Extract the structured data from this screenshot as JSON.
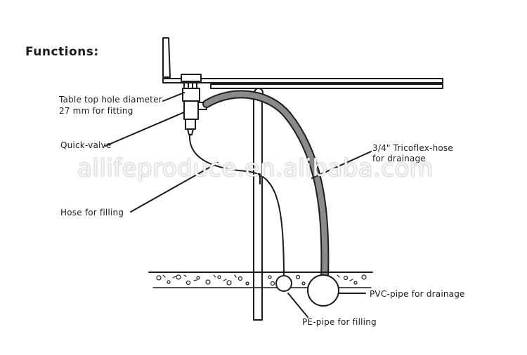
{
  "title": "Functions:",
  "labels": {
    "table_top_line1": "Table top hole diameter",
    "table_top_line2": "27 mm for fitting",
    "quick_valve": "Quick-valve",
    "hose_for_filling": "Hose for filling",
    "tricoflex_line1": "3/4\" Tricoflex-hose",
    "tricoflex_line2": "for drainage",
    "pvc_pipe": "PVC-pipe for drainage",
    "pe_pipe": "PE-pipe for filling"
  },
  "watermark": "allifeproduce.en.alibaba.com",
  "colors": {
    "ink": "#1c1c1c",
    "hose_fill": "#8a8a8a",
    "background": "#ffffff"
  }
}
